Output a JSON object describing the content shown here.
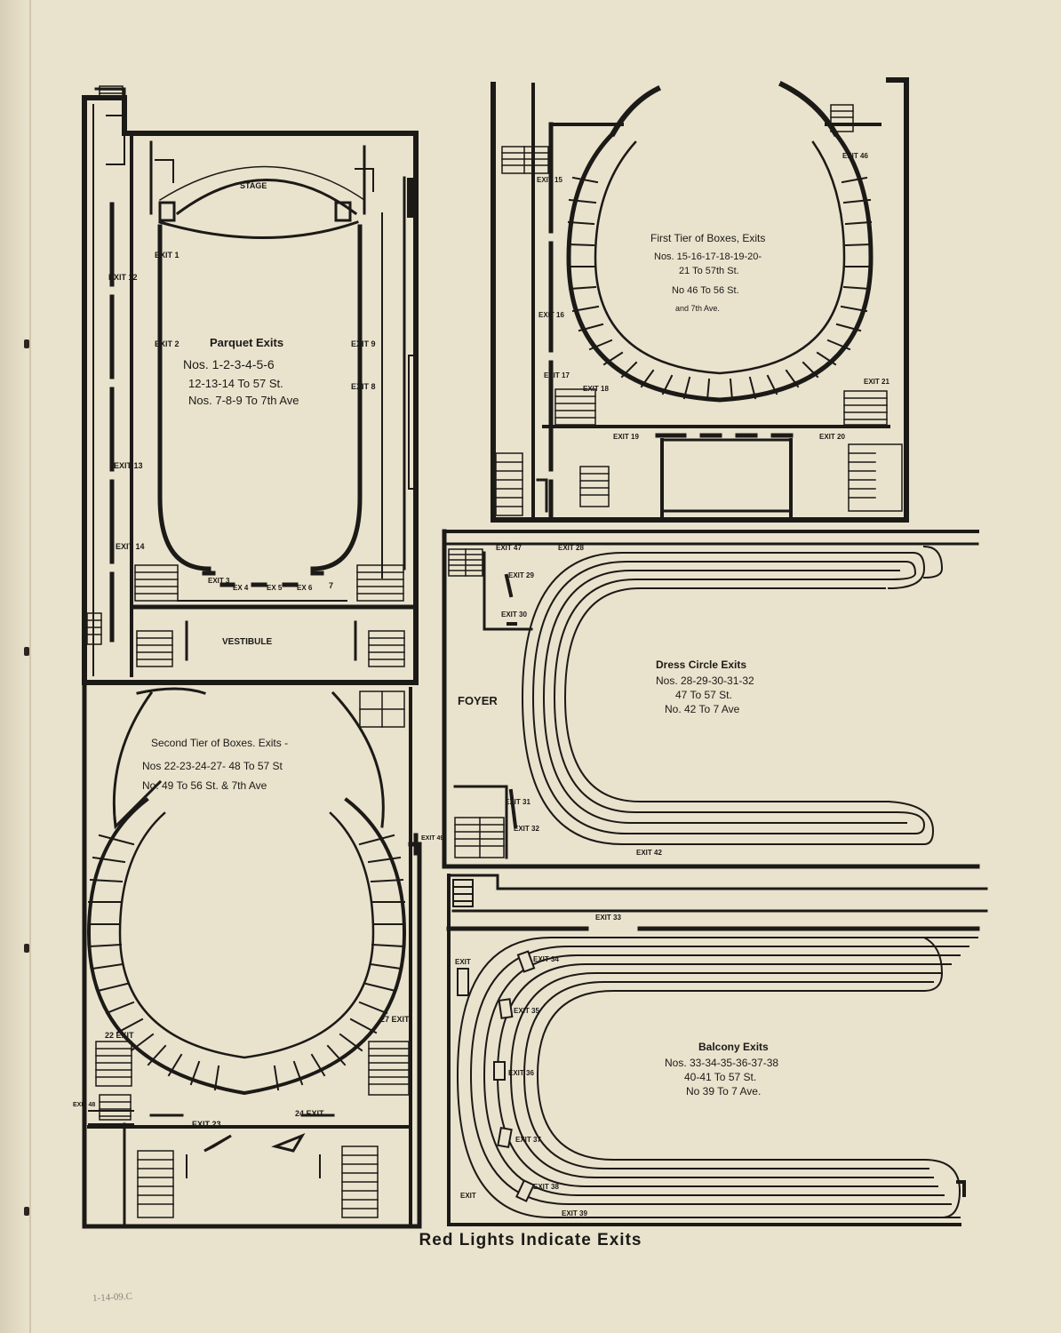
{
  "parquet": {
    "title": "Parquet Exits",
    "line1": "Nos. 1-2-3-4-5-6",
    "line2": "12-13-14 To 57 St.",
    "line3": "Nos. 7-8-9 To 7th Ave",
    "stage": "STAGE",
    "vestibule": "VESTIBULE",
    "exits": {
      "e1": "EXIT 1",
      "e2": "EXIT 2",
      "e9": "EXIT 9",
      "e8": "EXIT 8",
      "e12": "EXIT 12",
      "e13": "EXIT 13",
      "e14": "EXIT 14",
      "e3": "EXIT 3",
      "e4": "EX 4",
      "e5": "EX 5",
      "e6": "EX 6",
      "e7": "7"
    }
  },
  "first_tier": {
    "title": "First Tier of Boxes, Exits",
    "line1": "Nos. 15-16-17-18-19-20-",
    "line2": "21 To 57th St.",
    "line3": "No 46 To 56 St.",
    "line4": "and 7th Ave.",
    "exits": {
      "e15": "EXIT 15",
      "e16": "EXIT 16",
      "e17": "EXIT 17",
      "e18": "EXIT 18",
      "e19": "EXIT 19",
      "e20": "EXIT 20",
      "e21": "EXIT 21",
      "e46": "EXIT 46"
    }
  },
  "second_tier": {
    "title": "Second Tier of Boxes. Exits -",
    "line1": "Nos 22-23-24-27- 48 To 57 St",
    "line2": "No. 49 To 56 St. & 7th Ave",
    "exits": {
      "e22": "22 EXIT",
      "e23": "EXIT 23",
      "e24": "24 EXIT",
      "e27": "27 EXIT",
      "e48": "EXIT 48",
      "e49": "EXIT 49"
    }
  },
  "dress_circle": {
    "title": "Dress Circle Exits",
    "line1": "Nos. 28-29-30-31-32",
    "line2": "47 To 57 St.",
    "line3": "No. 42 To 7 Ave",
    "foyer": "FOYER",
    "exits": {
      "e47": "EXIT 47",
      "e28": "EXIT 28",
      "e29": "EXIT 29",
      "e30": "EXIT 30",
      "e31": "EXIT 31",
      "e32": "EXIT 32",
      "e42": "EXIT 42"
    }
  },
  "balcony": {
    "title": "Balcony Exits",
    "line1": "Nos. 33-34-35-36-37-38",
    "line2": "40-41 To 57 St.",
    "line3": "No 39 To 7 Ave.",
    "exits": {
      "e33": "EXIT 33",
      "e34": "EXIT 34",
      "e35": "EXIT 35",
      "e36": "EXIT 36",
      "e37": "EXIT 37",
      "e38": "EXIT 38",
      "e39": "EXIT 39",
      "e40": "EXIT",
      "e41": "EXIT"
    }
  },
  "footer": {
    "caption": "Red Lights Indicate Exits",
    "date_note": "1-14-09.C"
  },
  "colors": {
    "paper": "#e9e2cd",
    "ink": "#1c1a17"
  }
}
